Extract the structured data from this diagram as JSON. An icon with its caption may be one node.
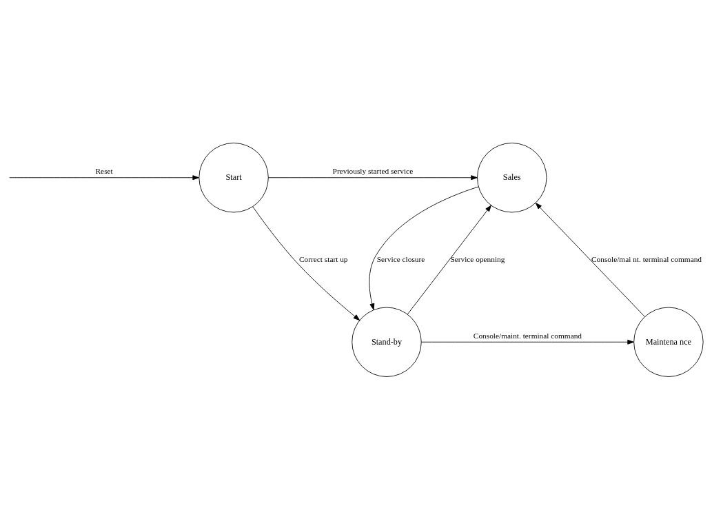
{
  "diagram": {
    "nodes": [
      {
        "text": [
          "Start"
        ]
      },
      {
        "text": [
          "Sales"
        ]
      },
      {
        "text": [
          "Stand-by"
        ]
      },
      {
        "text": [
          "Maintena nce"
        ]
      }
    ],
    "edges": [
      {
        "from": null,
        "to": 0,
        "arrow": "to",
        "label": "Reset"
      },
      {
        "from": 0,
        "to": 1,
        "arrow": "to",
        "label": "Previously started service"
      },
      {
        "from": 0,
        "to": 2,
        "arrow": "to",
        "label": "Correct start up"
      },
      {
        "from": 2,
        "to": 1,
        "arrow": "to",
        "label": "Service openning"
      },
      {
        "from": 1,
        "to": 2,
        "arrow": "to",
        "label": "Service closure"
      },
      {
        "from": 2,
        "to": 3,
        "arrow": "to",
        "label": "Console/maint. terminal command"
      },
      {
        "from": 3,
        "to": 1,
        "arrow": "to",
        "label": "Console/mai nt. terminal command"
      }
    ]
  }
}
